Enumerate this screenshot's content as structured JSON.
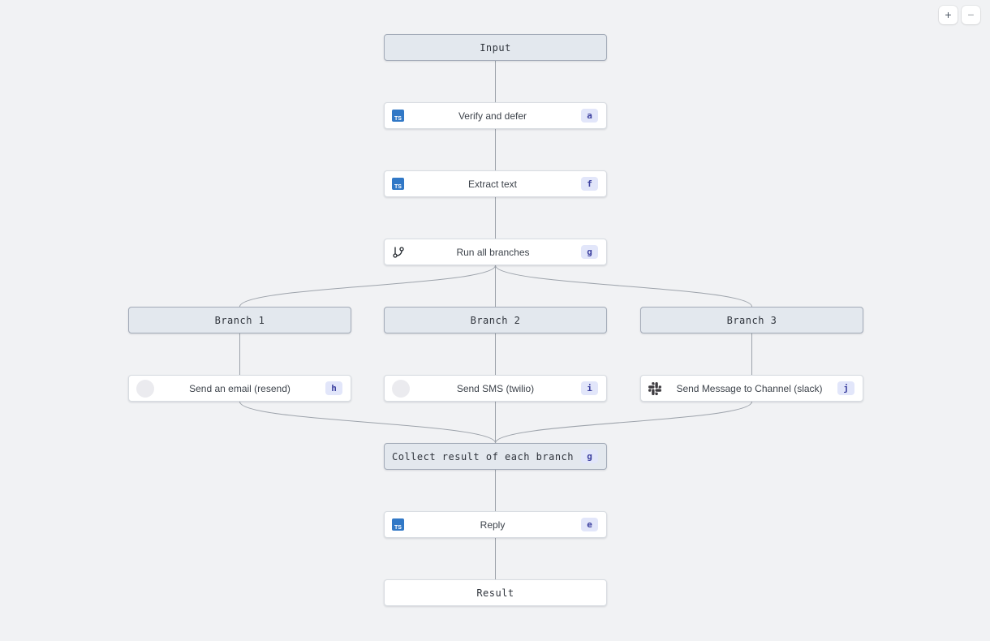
{
  "controls": {
    "zoom_in": "+",
    "zoom_out": "−"
  },
  "icons": {
    "typescript": "TS"
  },
  "colors": {
    "background": "#f1f2f4",
    "header_fill": "#e3e8ee",
    "badge_bg": "#e2e6fa",
    "badge_text": "#3b3f9f",
    "typescript_blue": "#3178c6",
    "edge": "#9da3ab"
  },
  "nodes": {
    "input": {
      "label": "Input"
    },
    "verify": {
      "label": "Verify and defer",
      "badge": "a"
    },
    "extract": {
      "label": "Extract text",
      "badge": "f"
    },
    "run": {
      "label": "Run all branches",
      "badge": "g"
    },
    "branch1": {
      "label": "Branch 1"
    },
    "branch2": {
      "label": "Branch 2"
    },
    "branch3": {
      "label": "Branch 3"
    },
    "email": {
      "label": "Send an email (resend)",
      "badge": "h"
    },
    "sms": {
      "label": "Send SMS (twilio)",
      "badge": "i"
    },
    "slack": {
      "label": "Send Message to Channel (slack)",
      "badge": "j"
    },
    "collect": {
      "label": "Collect result of each branch",
      "badge": "g"
    },
    "reply": {
      "label": "Reply",
      "badge": "e"
    },
    "result": {
      "label": "Result"
    }
  }
}
